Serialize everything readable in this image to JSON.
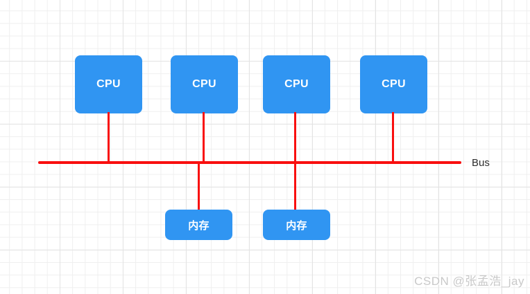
{
  "diagram": {
    "bus_label": "Bus",
    "cpu_nodes": [
      {
        "label": "CPU"
      },
      {
        "label": "CPU"
      },
      {
        "label": "CPU"
      },
      {
        "label": "CPU"
      }
    ],
    "memory_nodes": [
      {
        "label": "内存"
      },
      {
        "label": "内存"
      }
    ],
    "colors": {
      "node_fill": "#3095F2",
      "node_text": "#FFFFFF",
      "bus_red": "#F90F0F",
      "bus_label_text": "#2E2E2E",
      "grid_minor": "#EFEFEF",
      "grid_major": "#E3E3E3",
      "watermark_text": "#C9C9C9"
    }
  },
  "watermark": {
    "text": "CSDN @张孟浩_jay"
  }
}
